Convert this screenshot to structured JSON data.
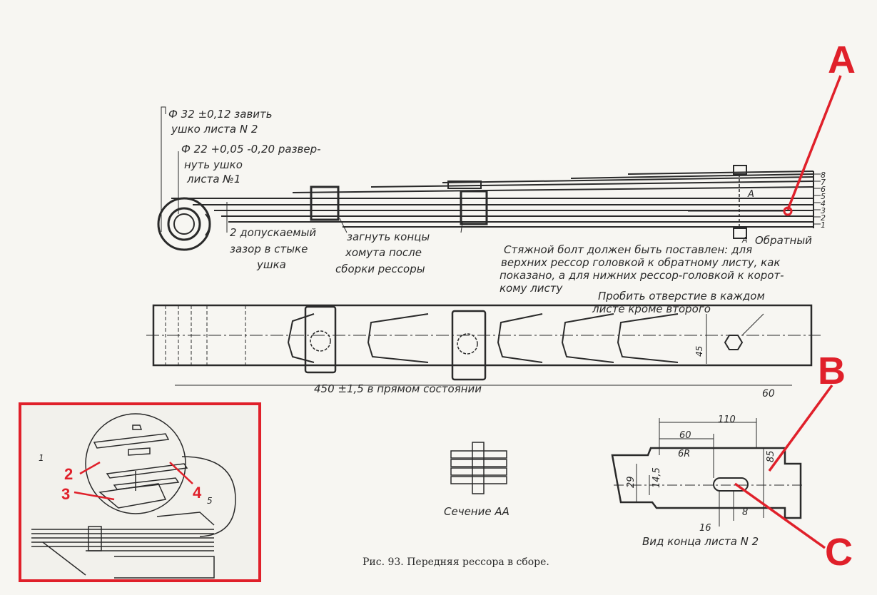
{
  "callouts": {
    "a": "A",
    "b": "B",
    "c": "C",
    "n2": "2",
    "n3": "3",
    "n4": "4"
  },
  "annotations": {
    "phi32_line1": "Ф 32 ±0,12 завить",
    "phi32_line2": "ушко листа N 2",
    "phi22_line1": "Ф 22 +0,05 -0,20 развер-",
    "phi22_line2": "нуть ушко",
    "phi22_line3": "листа №1",
    "gap_line1": "2 допускаемый",
    "gap_line2": "зазор в стыке",
    "gap_line3": "ушка",
    "clamp_line1": "загнуть концы",
    "clamp_line2": "хомута после",
    "clamp_line3": "сборки рессоры",
    "bolt_line1": "Стяжной болт должен быть поставлен: для",
    "bolt_line2": "верхних рессор головкой к обратному листу, как",
    "bolt_line3": "показано, а для нижних рессор-головкой к корот-",
    "bolt_line4": "кому листу",
    "hole_line1": "Пробить отверстие в каждом",
    "hole_line2": "листе кроме второго",
    "reverse_leaf": "Обратный",
    "length_dim": "450 ±1,5 в прямом состоянии",
    "section_aa": "Сечение АА",
    "end_view": "Вид конца листа N 2",
    "section_mark_a": "А",
    "section_mark_a2": "А",
    "inset_mark_1": "1",
    "inset_mark_5": "5"
  },
  "dims": {
    "d45": "45",
    "d60": "60",
    "d110": "110",
    "d60b": "60",
    "r6": "6R",
    "d85": "85",
    "d29": "29",
    "d145": "14,5",
    "d16": "16",
    "d8": "8"
  },
  "leaf_numbers": [
    "8",
    "7",
    "6",
    "5",
    "4",
    "3",
    "2",
    "1"
  ],
  "caption": "Рис. 93. Передняя рессора в сборе.",
  "colors": {
    "ink": "#2a2a2a",
    "callout": "#e0202a",
    "paper": "#f7f6f2"
  }
}
